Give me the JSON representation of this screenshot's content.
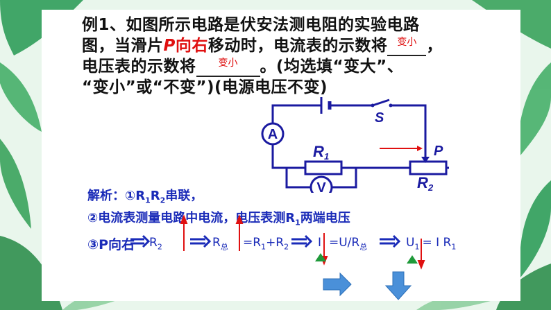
{
  "problem": {
    "line1": "例1、如图所示电路是伏安法测电阻的实验电路",
    "line2_a": "图，当滑片",
    "line2_p": "P",
    "line2_dir": "向右",
    "line2_b": "移动时，电流表的示数将",
    "line2_end": "，",
    "answer1": "变小",
    "line3_a": "电压表的示数将",
    "answer2": "变小",
    "line3_b": "。(均选填“变大”、",
    "line4": "“变小”或“不变”)(电源电压不变)"
  },
  "circuit": {
    "ammeter": "A",
    "voltmeter": "V",
    "switch": "S",
    "r1": "R",
    "r1_sub": "1",
    "r2": "R",
    "r2_sub": "2",
    "slider": "P"
  },
  "analysis": {
    "row1_label": "解析：①R",
    "row1_sub1": "1",
    "row1_mid": "R",
    "row1_sub2": "2",
    "row1_end": "串联，",
    "row2_a": "②电流表测量电路中电流，电压表测R",
    "row2_sub": "1",
    "row2_b": "两端电压",
    "row3_a": "③P向右",
    "row3_r2": "R",
    "row3_r2_sub": "2",
    "row3_rz": "R",
    "row3_rz_sub": "总",
    "row3_eq": "=R",
    "row3_eq_sub1": "1",
    "row3_plus": "+R",
    "row3_plus_sub2": "2",
    "row3_i": "I",
    "row3_ohm": "=U/R",
    "row3_ohm_sub": "总",
    "row3_u": "U",
    "row3_u_sub": "1",
    "row3_u_eq": "= I R",
    "row3_u_eq_sub": "1"
  },
  "colors": {
    "wire": "#1a1aa0",
    "analysis": "#1a2bb8",
    "highlight": "#e01010",
    "leaf": "#2f9e5a",
    "arrow_block": "#4a90d9",
    "triangle": "#1f9a3a"
  }
}
